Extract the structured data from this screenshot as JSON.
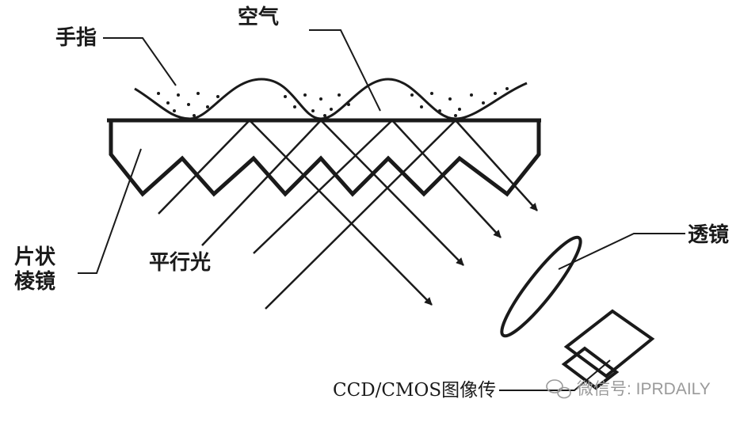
{
  "labels": {
    "finger": "手指",
    "air": "空气",
    "prism_line1": "片状",
    "prism_line2": "棱镜",
    "parallel_light": "平行光",
    "lens": "透镜",
    "sensor": "CCD/CMOS图像传"
  },
  "watermark": {
    "text": "微信号: IPRDAILY",
    "icon": "wechat-icon"
  },
  "colors": {
    "ink": "#1a1a1a",
    "watermark": "#9a9a9a"
  }
}
